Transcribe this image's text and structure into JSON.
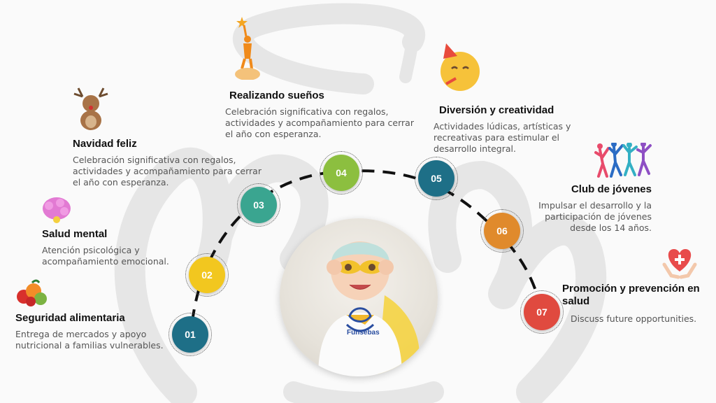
{
  "steps": [
    {
      "num": "01",
      "title": "Seguridad alimentaria",
      "desc": "Entrega de mercados y apoyo nutricional a familias vulnerables.",
      "color": "#1e6f87",
      "icon": "fruits-icon"
    },
    {
      "num": "02",
      "title": "Salud mental",
      "desc": "Atención psicológica y acompañamiento emocional.",
      "color": "#f2c71f",
      "icon": "brain-icon"
    },
    {
      "num": "03",
      "title": "Navidad feliz",
      "desc": "Celebración significativa con regalos, actividades y acompañamiento para cerrar el año con esperanza.",
      "color": "#3aa590",
      "icon": "reindeer-icon"
    },
    {
      "num": "04",
      "title": "Realizando sueños",
      "desc": "Celebración significativa con regalos, actividades y acompañamiento para cerrar el año con esperanza.",
      "color": "#8cbf3f",
      "icon": "child-star-icon"
    },
    {
      "num": "05",
      "title": "Diversión y creatividad",
      "desc": "Actividades lúdicas, artísticas y recreativas para estimular el desarrollo integral.",
      "color": "#1e6f87",
      "icon": "party-emoji-icon"
    },
    {
      "num": "06",
      "title": "Club de jóvenes",
      "desc": "Impulsar el desarrollo y la participación de jóvenes desde los 14 años.",
      "color": "#e08a2c",
      "icon": "jumping-people-icon"
    },
    {
      "num": "07",
      "title": "Promoción y prevención en salud",
      "desc": "Discuss future opportunities.",
      "color": "#e04a3f",
      "icon": "heart-hands-icon"
    }
  ],
  "logo": {
    "name": "Funsebas"
  },
  "colors": {
    "swirl": "#e6e6e6",
    "dash": "#111111"
  }
}
